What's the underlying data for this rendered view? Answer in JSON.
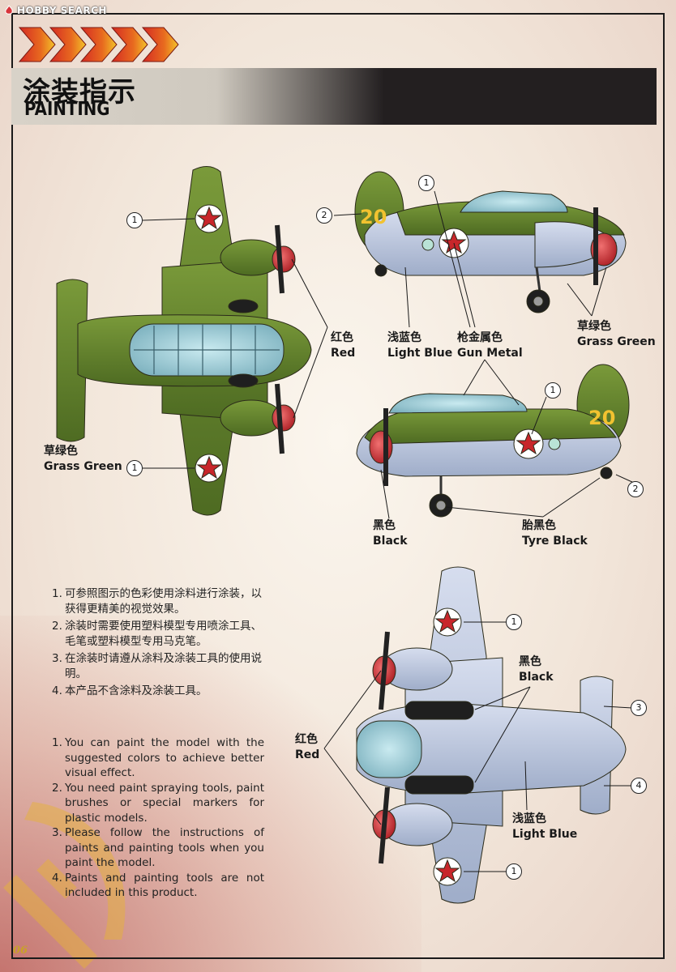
{
  "watermark": {
    "text": "HOBBY SEARCH"
  },
  "header": {
    "title_cn": "涂装指示",
    "title_en": "PAINTING"
  },
  "colors": {
    "grass_green": "#5f7f2a",
    "light_blue": "#b9c6dd",
    "red": "#c8262b",
    "black": "#1f1f1f",
    "accent_yellow": "#f2c230"
  },
  "callouts": {
    "red_top": {
      "cn": "红色",
      "en": "Red"
    },
    "light_blue_top": {
      "cn": "浅蓝色",
      "en": "Light Blue"
    },
    "gun_metal": {
      "cn": "枪金属色",
      "en": "Gun Metal"
    },
    "grass_green_right": {
      "cn": "草绿色",
      "en": "Grass Green"
    },
    "grass_green_left": {
      "cn": "草绿色",
      "en": "Grass Green"
    },
    "black_side": {
      "cn": "黑色",
      "en": "Black"
    },
    "tyre_black": {
      "cn": "胎黑色",
      "en": "Tyre Black"
    },
    "black_bottom": {
      "cn": "黑色",
      "en": "Black"
    },
    "red_bottom": {
      "cn": "红色",
      "en": "Red"
    },
    "light_blue_bottom": {
      "cn": "浅蓝色",
      "en": "Light Blue"
    }
  },
  "markers": {
    "m1": "1",
    "m2": "2",
    "m3": "3",
    "m4": "4"
  },
  "tail_number": "20",
  "notes_cn": [
    {
      "num": "1.",
      "text": "可参照图示的色彩使用涂料进行涂装，以获得更精美的视觉效果。"
    },
    {
      "num": "2.",
      "text": "涂装时需要使用塑料模型专用喷涂工具、毛笔或塑料模型专用马克笔。"
    },
    {
      "num": "3.",
      "text": "在涂装时请遵从涂料及涂装工具的使用说明。"
    },
    {
      "num": "4.",
      "text": "本产品不含涂料及涂装工具。"
    }
  ],
  "notes_en": [
    {
      "num": "1.",
      "text": "You can paint the model with the suggested colors to achieve better visual effect."
    },
    {
      "num": "2.",
      "text": "You need paint spraying tools, paint brushes or special markers for plastic models."
    },
    {
      "num": "3.",
      "text": "Please follow the instructions of paints and painting tools when you paint the model."
    },
    {
      "num": "4.",
      "text": "Paints and painting tools are not included in this product."
    }
  ],
  "page_number": "06"
}
